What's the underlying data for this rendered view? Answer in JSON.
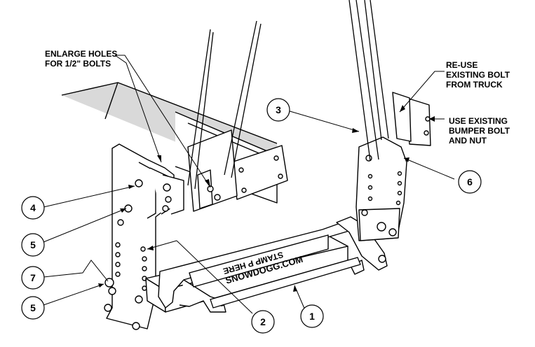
{
  "notes": {
    "enlarge_holes": [
      "ENLARGE HOLES",
      "FOR 1/2\" BOLTS"
    ],
    "reuse_bolt": [
      "RE-USE",
      "EXISTING BOLT",
      "FROM TRUCK"
    ],
    "bumper_bolt": [
      "USE EXISTING",
      "BUMPER BOLT",
      "AND NUT"
    ]
  },
  "crossbar": {
    "brand": "SNOWDOGG.COM",
    "stamp": "STAMP P HERE"
  },
  "callouts": {
    "c1": "1",
    "c2": "2",
    "c3": "3",
    "c4": "4",
    "c5a": "5",
    "c5b": "5",
    "c6": "6",
    "c7": "7"
  },
  "colors": {
    "line": "#000000",
    "fill": "#ffffff",
    "shade": "#d9d9d9"
  }
}
